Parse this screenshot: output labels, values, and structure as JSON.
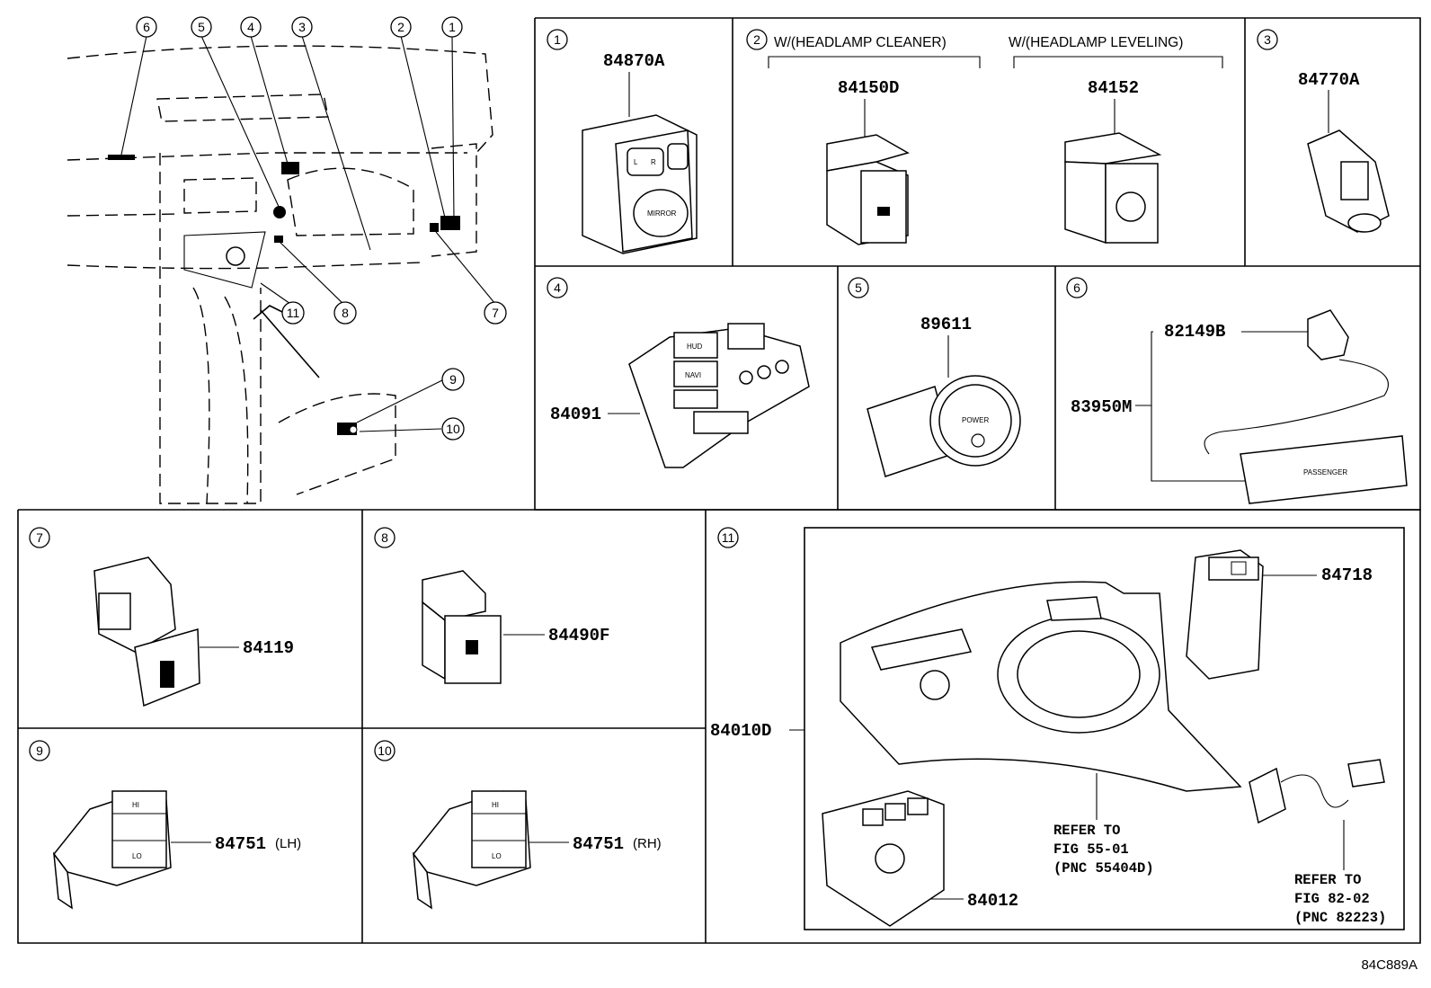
{
  "callouts": [
    "1",
    "2",
    "3",
    "4",
    "5",
    "6",
    "7",
    "8",
    "9",
    "10",
    "11"
  ],
  "panels": {
    "p1": {
      "num": "1",
      "pn": "84870A",
      "label_mirror": "MIRROR",
      "label_l": "L",
      "label_r": "R"
    },
    "p2": {
      "num": "2",
      "hdr_a": "W/(HEADLAMP CLEANER)",
      "hdr_b": "W/(HEADLAMP LEVELING)",
      "pn_a": "84150D",
      "pn_b": "84152"
    },
    "p3": {
      "num": "3",
      "pn": "84770A"
    },
    "p4": {
      "num": "4",
      "pn": "84091",
      "label_hud": "HUD",
      "label_navi": "NAVI"
    },
    "p5": {
      "num": "5",
      "pn": "89611",
      "label_power": "POWER"
    },
    "p6": {
      "num": "6",
      "pn_a": "82149B",
      "pn_b": "83950M",
      "label_passenger": "PASSENGER"
    },
    "p7": {
      "num": "7",
      "pn": "84119"
    },
    "p8": {
      "num": "8",
      "pn": "84490F"
    },
    "p9": {
      "num": "9",
      "pn": "84751",
      "side": "(LH)",
      "label_hi": "HI",
      "label_lo": "LO"
    },
    "p10": {
      "num": "10",
      "pn": "84751",
      "side": "(RH)",
      "label_hi": "HI",
      "label_lo": "LO"
    },
    "p11": {
      "num": "11",
      "pn_main": "84010D",
      "pn_a": "84718",
      "pn_b": "84012",
      "ref_a": [
        "REFER TO",
        "FIG 55-01",
        "(PNC 55404D)"
      ],
      "ref_b": [
        "REFER TO",
        "FIG 82-02",
        "(PNC 82223)"
      ]
    }
  },
  "doc_id": "84C889A"
}
